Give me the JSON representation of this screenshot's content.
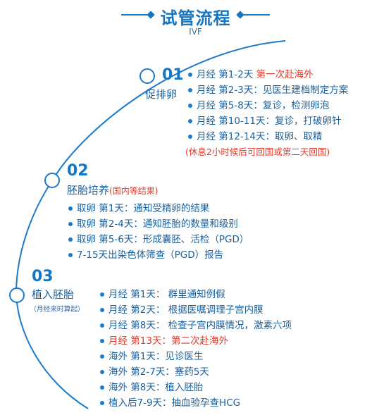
{
  "header": {
    "title": "试管流程",
    "subtitle": "IVF"
  },
  "stages": [
    {
      "number": "01",
      "label": "促排卵",
      "steps": [
        {
          "text": "月经  第1-2天 ",
          "highlight": "第一次赴海外"
        },
        {
          "text": "月经  第2-3天：见医生建档制定方案"
        },
        {
          "text": "月经  第5-8天：复诊，检测卵泡"
        },
        {
          "text": "月经  第10-11天：复诊，打破卵针"
        },
        {
          "text": "月经  第12-14天：取卵、取精"
        }
      ],
      "note": "(休息2小时候后可回国或第二天回国)"
    },
    {
      "number": "02",
      "label": "胚胎培养",
      "label_note": "(国内等结果)",
      "steps": [
        {
          "text": "取卵  第1天：通知受精卵的结果"
        },
        {
          "text": "取卵  第2-4天：通知胚胎的数量和级别"
        },
        {
          "text": "取卵  第5-6天：形成囊胚、活检（PGD）"
        },
        {
          "text": "7-15天出染色体筛查（PGD）报告"
        }
      ]
    },
    {
      "number": "03",
      "label": "植入胚胎",
      "label_note": "（月经来时算起）",
      "steps": [
        {
          "text": "月经  第1天：  群里通知例假"
        },
        {
          "text": "月经  第2天：  根据医嘱调理子宫内膜"
        },
        {
          "text": "月经  第8天：  检查子宫内膜情况，激素六项"
        },
        {
          "text": "月经  第13天：第二次赴海外",
          "red": true
        },
        {
          "text": "海外  第1天：见诊医生"
        },
        {
          "text": "海外  第2-7天：塞药5天"
        },
        {
          "text": "海外  第8天：植入胚胎"
        },
        {
          "text": "植入后7-9天：抽血验孕查HCG"
        }
      ]
    }
  ],
  "colors": {
    "accent": "#1676c2",
    "text": "#1a5f9c",
    "highlight": "#e23a2a"
  }
}
